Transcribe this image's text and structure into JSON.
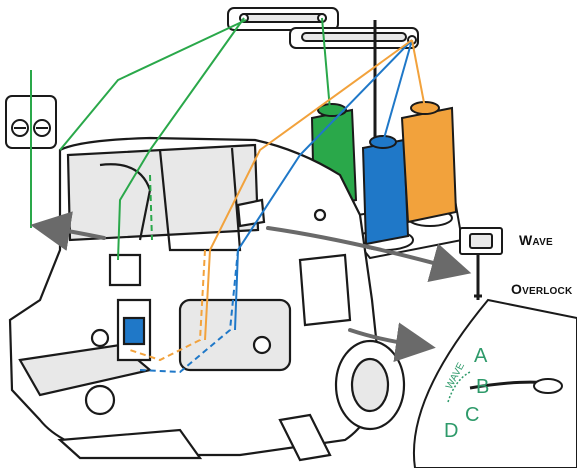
{
  "labels": {
    "wave": "Wave",
    "overlock": "Overlock"
  },
  "dial": {
    "letters": [
      "A",
      "B",
      "C",
      "D"
    ],
    "arc_text": "WAVE"
  },
  "colors": {
    "outline": "#1a1a1a",
    "thread_green": "#2aa84a",
    "thread_blue": "#1f78c8",
    "thread_orange": "#f2a23c",
    "dial_letters": "#2e9a6a",
    "body_fill": "#ffffff",
    "shade": "#e8e8e8"
  }
}
